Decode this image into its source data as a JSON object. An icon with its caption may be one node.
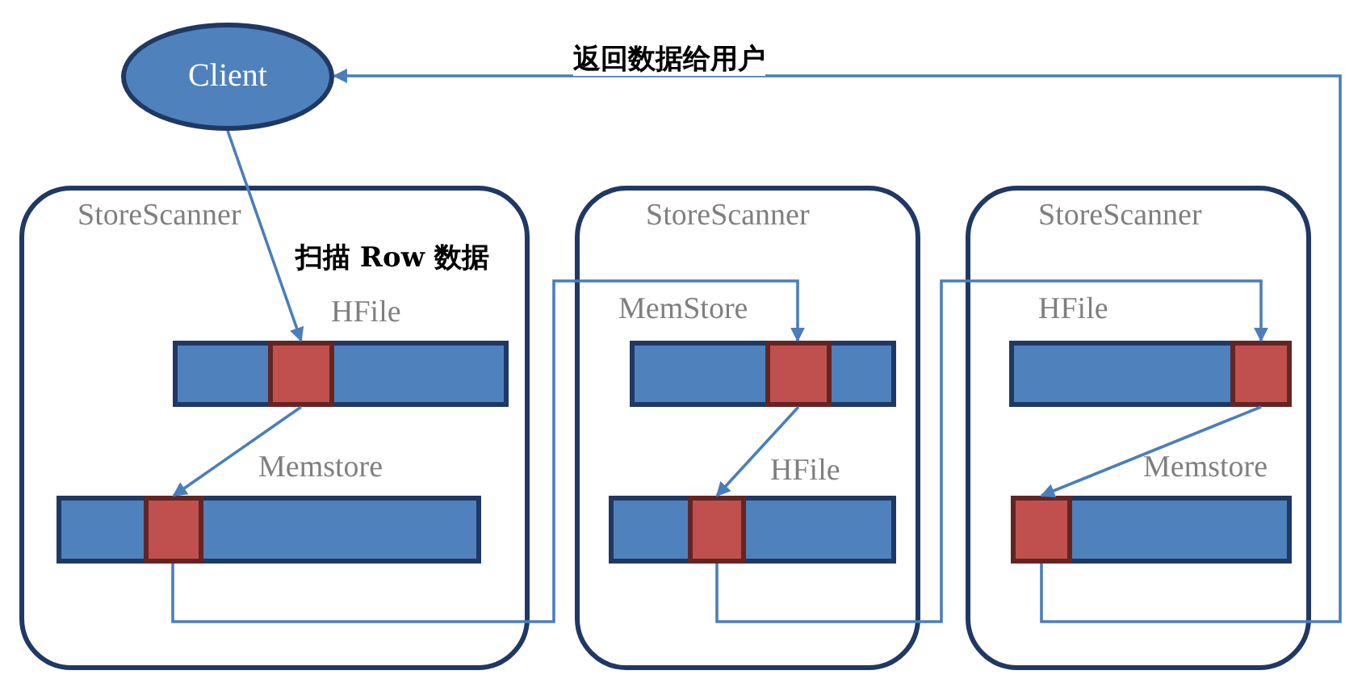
{
  "diagram": {
    "nodes": [
      {
        "text": [
          "Client"
        ]
      },
      {
        "text": [
          "StoreScanner"
        ]
      },
      {
        "text": [
          "HFile"
        ],
        "in": 1
      },
      {
        "text": [],
        "shape": "box",
        "in": 2
      },
      {
        "text": [
          "Memstore"
        ],
        "in": 1
      },
      {
        "text": [],
        "shape": "box",
        "in": 4
      },
      {
        "text": [
          "StoreScanner"
        ]
      },
      {
        "text": [
          "MemStore"
        ],
        "in": 6
      },
      {
        "text": [],
        "shape": "box",
        "in": 7
      },
      {
        "text": [
          "HFile"
        ],
        "in": 6
      },
      {
        "text": [],
        "shape": "box",
        "in": 9
      },
      {
        "text": [
          "StoreScanner"
        ]
      },
      {
        "text": [
          "HFile"
        ],
        "in": 11
      },
      {
        "text": [],
        "shape": "box",
        "in": 12
      },
      {
        "text": [
          "Memstore"
        ],
        "in": 11
      },
      {
        "text": [],
        "shape": "box",
        "in": 14
      }
    ],
    "edges": [
      {
        "from": 0,
        "to": 3,
        "arrow": "to",
        "label": "扫描 Row 数据"
      },
      {
        "from": 3,
        "to": 5,
        "arrow": "to"
      },
      {
        "from": 5,
        "to": 8,
        "arrow": "to"
      },
      {
        "from": 8,
        "to": 10,
        "arrow": "to"
      },
      {
        "from": 10,
        "to": 13,
        "arrow": "to"
      },
      {
        "from": 13,
        "to": 15,
        "arrow": "to"
      },
      {
        "from": 15,
        "to": 0,
        "arrow": "to",
        "label": "返回数据给用户"
      }
    ]
  }
}
